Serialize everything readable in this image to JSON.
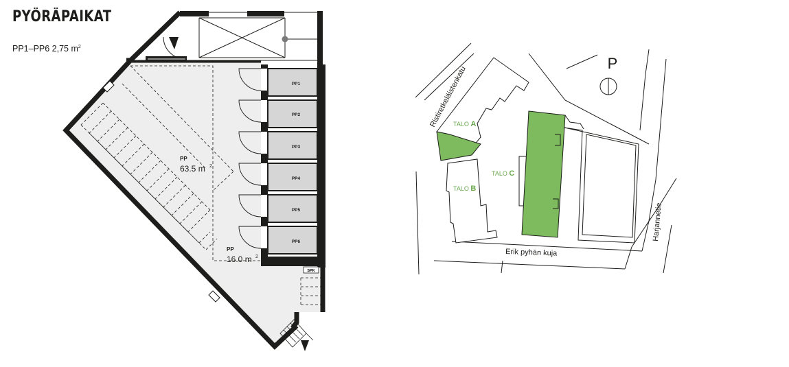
{
  "title": "PYÖRÄPAIKAT",
  "subtitle": {
    "text": "PP1–PP6 2,75 m",
    "sup": "2"
  },
  "floor_plan": {
    "spaces": [
      {
        "id": "pp1",
        "label": "PP1"
      },
      {
        "id": "pp2",
        "label": "PP2"
      },
      {
        "id": "pp3",
        "label": "PP3"
      },
      {
        "id": "pp4",
        "label": "PP4"
      },
      {
        "id": "pp5",
        "label": "PP5"
      },
      {
        "id": "pp6",
        "label": "PP6"
      }
    ],
    "area_large": {
      "code": "PP",
      "area": "63.5 m",
      "sup": "2"
    },
    "area_small": {
      "code": "PP",
      "area": "16.0 m",
      "sup": "2"
    },
    "spk_label": "SPK"
  },
  "site_map": {
    "streets": {
      "ristiretkelaistenkatu": "Ristiretkeläistenkatu",
      "erik": "Erik pyhän kuja",
      "harjannetie": "Harjannetie"
    },
    "buildings": [
      {
        "id": "talo-a",
        "prefix": "TALO",
        "letter": "A"
      },
      {
        "id": "talo-b",
        "prefix": "TALO",
        "letter": "B"
      },
      {
        "id": "talo-c",
        "prefix": "TALO",
        "letter": "C"
      }
    ],
    "parking_label": "P"
  },
  "colors": {
    "highlight": "#7dbb5e",
    "label_green": "#6aa84f",
    "storage_fill": "#d6d6d6",
    "room_fill": "#eeeeee",
    "wall": "#1d1d1b"
  }
}
